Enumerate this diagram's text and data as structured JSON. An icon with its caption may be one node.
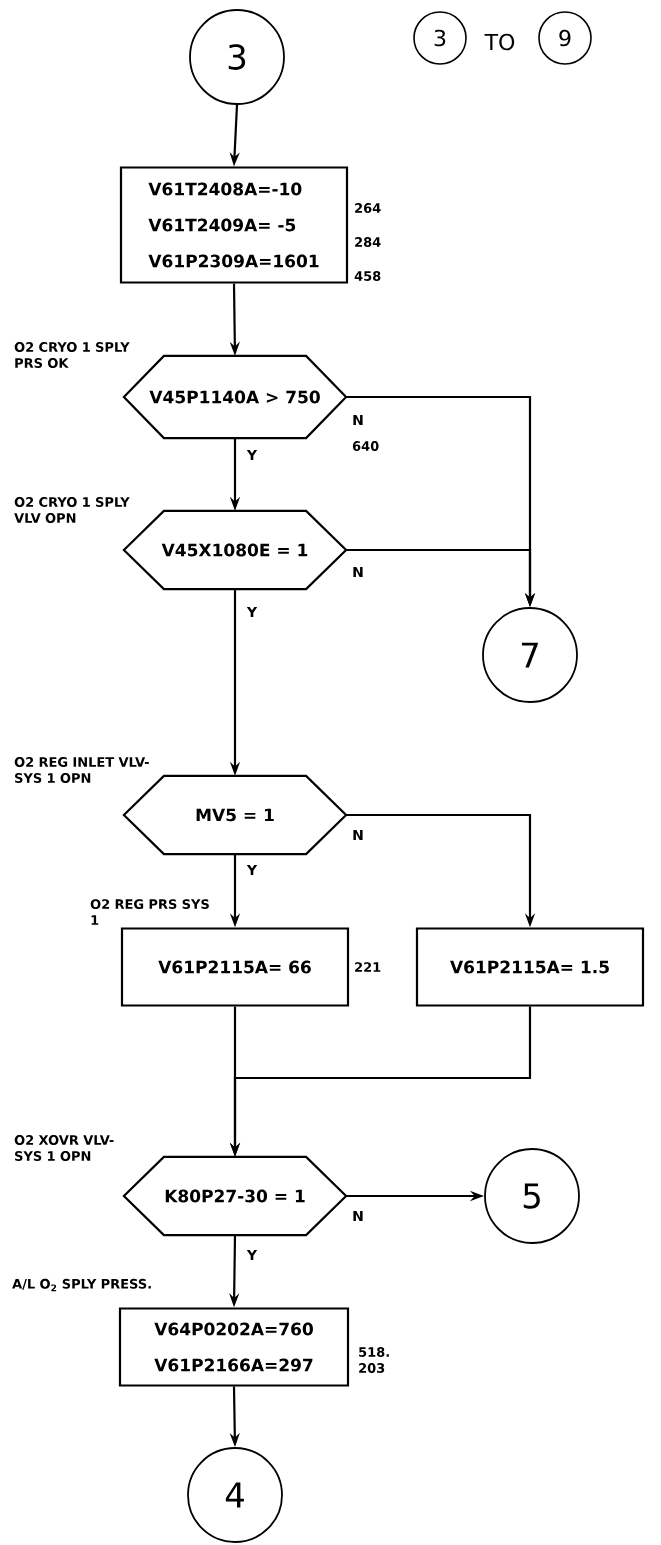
{
  "diagram": {
    "nodes": [
      {
        "text": [
          "3"
        ]
      },
      {
        "text": [
          "V61T2408A=-10",
          "V61T2409A= -5",
          "V61P2309A=1601"
        ],
        "beside": [
          "264",
          "284",
          "458"
        ]
      },
      {
        "text": [
          "V45P1140A > 750"
        ],
        "beside": [
          "O2 CRYO 1 SPLY PRS OK",
          "640"
        ]
      },
      {
        "text": [
          "V45X1080E = 1"
        ],
        "beside": [
          "O2 CRYO 1 SPLY VLV OPN"
        ]
      },
      {
        "text": [
          "7"
        ]
      },
      {
        "text": [
          "MV5 = 1"
        ],
        "beside": [
          "O2 REG INLET VLV-SYS 1 OPN"
        ]
      },
      {
        "text": [
          "V61P2115A= 66"
        ],
        "beside": [
          "O2 REG PRS SYS 1",
          "221"
        ]
      },
      {
        "text": [
          "V61P2115A= 1.5"
        ]
      },
      {
        "text": [
          "K80P27-30 = 1"
        ],
        "beside": [
          "O2 XOVR VLV-SYS 1 OPN"
        ]
      },
      {
        "text": [
          "5"
        ]
      },
      {
        "text": [
          "V64P0202A=760",
          "V61P2166A=297"
        ],
        "beside": [
          "A/L O$_{2}$ SPLY PRESS.",
          "518. 203"
        ]
      },
      {
        "text": [
          "4"
        ]
      }
    ],
    "edges": [
      {
        "from": 0,
        "to": 1,
        "arrow": "to"
      },
      {
        "from": 1,
        "to": 2,
        "arrow": "to"
      },
      {
        "from": 2,
        "to": 3,
        "arrow": "to",
        "label": "Y"
      },
      {
        "from": 2,
        "to": 4,
        "arrow": "to",
        "label": "N"
      },
      {
        "from": 3,
        "to": 4,
        "arrow": "to",
        "label": "N"
      },
      {
        "from": 3,
        "to": 5,
        "arrow": "to",
        "label": "Y"
      },
      {
        "from": 5,
        "to": 6,
        "arrow": "to",
        "label": "Y"
      },
      {
        "from": 5,
        "to": 7,
        "arrow": "to",
        "label": "N"
      },
      {
        "from": 6,
        "to": 8,
        "arrow": "to"
      },
      {
        "from": 7,
        "to": 8,
        "arrow": "to"
      },
      {
        "from": 8,
        "to": 9,
        "arrow": "to",
        "label": "N"
      },
      {
        "from": 8,
        "to": 10,
        "arrow": "to",
        "label": "Y"
      },
      {
        "from": 10,
        "to": 11,
        "arrow": "to"
      }
    ],
    "labels": [
      "3",
      "TO",
      "9"
    ]
  }
}
